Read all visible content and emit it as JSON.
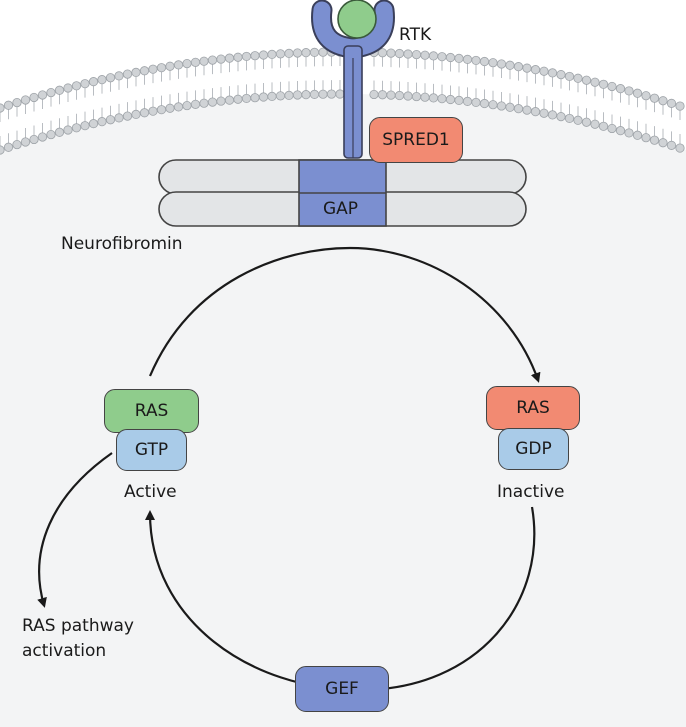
{
  "labels": {
    "rtk": "RTK",
    "spred1": "SPRED1",
    "gap": "GAP",
    "neurofibromin": "Neurofibromin",
    "ras_active": "RAS",
    "gtp": "GTP",
    "active": "Active",
    "ras_inactive": "RAS",
    "gdp": "GDP",
    "inactive": "Inactive",
    "pathway_line1": "RAS pathway",
    "pathway_line2": "activation",
    "gef": "GEF"
  },
  "colors": {
    "ras_active": "#8fcc8c",
    "ras_inactive": "#f28a72",
    "nucleotide": "#a9cbe8",
    "gap_gef": "#7b8fd0",
    "spred1": "#f28a72",
    "rtk_receptor": "#7b8fd0",
    "rtk_ligand": "#8fcc8c",
    "membrane_head": "#d0d3d6",
    "neurofibromin_body": "#e4e6e8",
    "cytoplasm": "#f2f3f4"
  }
}
